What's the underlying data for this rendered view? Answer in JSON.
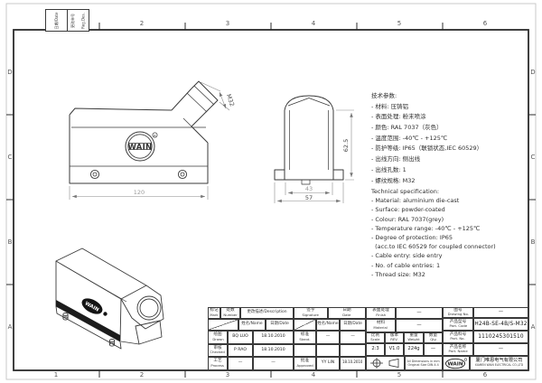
{
  "frame": {
    "columns": [
      "1",
      "2",
      "3",
      "4",
      "5",
      "6"
    ],
    "rows": [
      "D",
      "C",
      "B",
      "A"
    ],
    "rev_strip": {
      "date": "日期/Date",
      "change_cn": "更改单号",
      "change_en": "Reg.Des."
    }
  },
  "logo": {
    "text": "WAIN",
    "reg": "R"
  },
  "notes_cn": {
    "title": "技术参数:",
    "items": [
      "- 材料: 压铸铝",
      "- 表面处理: 粉末喷涂",
      "- 颜色: RAL 7037（灰色）",
      "- 温度范围: -40℃ - +125℃",
      "- 防护等级: IP65（联锁状态,IEC 60529）",
      "- 出线方向: 侧出线",
      "- 出线孔数: 1",
      "- 螺纹规格: M32"
    ]
  },
  "notes_en": {
    "title": "Technical specification:",
    "items": [
      "- Material: aluminium die-cast",
      "- Surface: powder-coated",
      "- Colour: RAL 7037(grey)",
      "- Temperature range: -40℃ - +125℃",
      "- Degree of protection: IP65",
      "  (acc.to IEC 60529 for coupled connector)",
      "- Cable entry: side entry",
      "- No. of cable entries: 1",
      "- Thread size: M32"
    ]
  },
  "dims": {
    "d120": "120",
    "d57": "57",
    "d43": "43",
    "d62_5": "62.5",
    "m32": "M32"
  },
  "titleblock": {
    "headers": {
      "mark_cn": "标记",
      "mark_en": "Mark",
      "number_cn": "处数",
      "number_en": "Number",
      "description": "更改描述/Description",
      "signature_cn": "签字",
      "signature_en": "Signature",
      "date_cn": "日期",
      "date_en": "Date",
      "name": "姓名/Name",
      "date": "日期/Date"
    },
    "sign_rows": {
      "drawn_cn": "绘图",
      "drawn_en": "Drawn",
      "drawn_name": "BQ LUO",
      "drawn_date": "18.10.2010",
      "checked_cn": "审核",
      "checked_en": "Checked",
      "checked_name": "P RAO",
      "checked_date": "18.10.2010",
      "process_cn": "工艺",
      "process_en": "Process",
      "process_name": "—",
      "process_date": "—",
      "stand_cn": "标准",
      "stand_en": "Stand.",
      "stand_name": "—",
      "stand_date": "—",
      "approved_cn": "批准",
      "approved_en": "Approved",
      "approved_name": "YY LIN",
      "approved_date": "18.10.2010"
    },
    "fields": {
      "finish_cn": "表面处理",
      "finish_en": "Finish",
      "finish_val": "—",
      "material_cn": "材料",
      "material_en": "Material",
      "material_val": "—",
      "scale_cn": "比例",
      "scale_en": "Scale",
      "scale_val": "2:3",
      "rev_cn": "版本",
      "rev_en": "REV.",
      "rev_val": "V1.0",
      "weight_cn": "重量",
      "weight_en": "Weight",
      "weight_val": "224g",
      "qty_cn": "数量",
      "qty_en": "Qty.",
      "qty_val": "—",
      "drawing_no_cn": "图号",
      "drawing_no_en": "Drawing No.",
      "drawing_no_val": "—",
      "part_code_cn": "产品型号",
      "part_code_en": "Part. Code",
      "part_code_val": "H24B-SE-4B/S-M32",
      "part_no_cn": "产品料号",
      "part_no_en": "Part. No.",
      "part_no_val": "1110245301510",
      "part_name_cn": "产品名称",
      "part_name_en": "Part. Name",
      "part_name_val": "—",
      "dims_note_1": "All Dimensions in mm",
      "dims_note_2": "Original Size DIN A 4",
      "company_cn": "厦门唯恩电气有限公司",
      "company_en": "XIAMEN WAIN ELECTRICAL CO.,LTD"
    }
  }
}
